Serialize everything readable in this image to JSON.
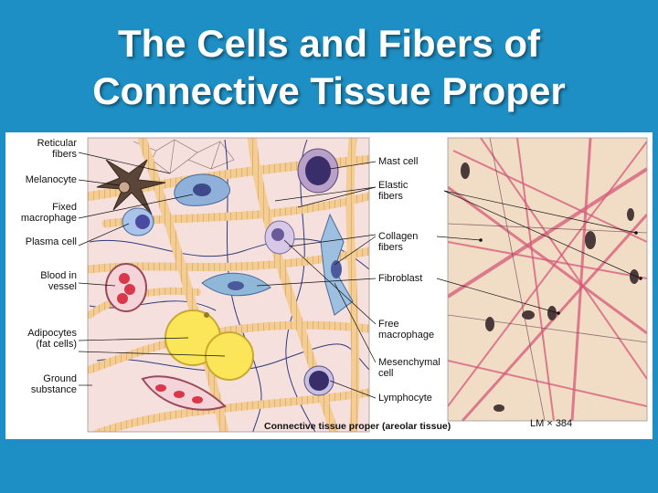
{
  "title": {
    "line1": "The Cells and Fibers of",
    "line2": "Connective Tissue Proper"
  },
  "figure": {
    "left_labels": [
      "Reticular fibers",
      "Melanocyte",
      "Fixed macrophage",
      "Plasma cell",
      "Blood in vessel",
      "Adipocytes (fat cells)",
      "Ground substance"
    ],
    "right_labels": [
      "Mast cell",
      "Elastic fibers",
      "Collagen fibers",
      "Fibroblast",
      "Free macrophage",
      "Mesenchymal cell",
      "Lymphocyte"
    ],
    "caption": "Connective tissue proper (areolar tissue)",
    "micrograph_magnification": "LM × 384"
  },
  "colors": {
    "slide_background": "#1e8fc4",
    "illustration_background": "#f6e0de",
    "collagen_fiber": "#f3cd93",
    "micrograph_background": "#f1dcc6",
    "micrograph_fibers": "#d45a78",
    "adipocyte": "#fbe65a"
  }
}
